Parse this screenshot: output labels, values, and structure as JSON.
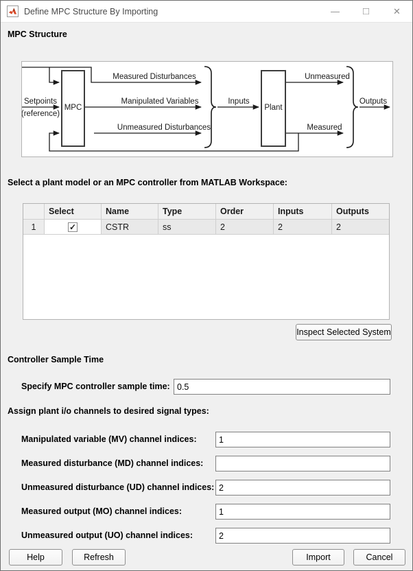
{
  "window": {
    "title": "Define MPC Structure By Importing"
  },
  "icons": {
    "minimize": "—",
    "maximize": "□",
    "close": "✕",
    "check": "✓"
  },
  "headings": {
    "structure": "MPC Structure",
    "select_prompt": "Select a plant model or an MPC controller from MATLAB Workspace:",
    "sample_time": "Controller Sample Time",
    "assign": "Assign plant i/o channels to desired signal types:"
  },
  "diagram": {
    "mpc_label": "MPC",
    "plant_label": "Plant",
    "setpoints_line1": "Setpoints",
    "setpoints_line2": "(reference)",
    "measured_disturbances": "Measured Disturbances",
    "manipulated_variables": "Manipulated Variables",
    "unmeasured_disturbances": "Unmeasured Disturbances",
    "inputs_label": "Inputs",
    "unmeasured_label": "Unmeasured",
    "measured_label": "Measured",
    "outputs_label": "Outputs"
  },
  "table": {
    "headers": [
      "",
      "Select",
      "Name",
      "Type",
      "Order",
      "Inputs",
      "Outputs"
    ],
    "rows": [
      {
        "index": "1",
        "selected": true,
        "name": "CSTR",
        "type": "ss",
        "order": "2",
        "inputs": "2",
        "outputs": "2"
      }
    ]
  },
  "sample_time": {
    "label": "Specify MPC controller sample time:",
    "value": "0.5"
  },
  "channels": {
    "rows": [
      {
        "label": "Manipulated variable (MV) channel indices:",
        "value": "1"
      },
      {
        "label": "Measured disturbance (MD) channel indices:",
        "value": ""
      },
      {
        "label": "Unmeasured disturbance (UD) channel indices:",
        "value": "2"
      },
      {
        "label": "Measured output (MO) channel indices:",
        "value": "1"
      },
      {
        "label": "Unmeasured output (UO) channel indices:",
        "value": "2"
      }
    ]
  },
  "buttons": {
    "inspect": "Inspect Selected System",
    "help": "Help",
    "refresh": "Refresh",
    "import": "Import",
    "cancel": "Cancel"
  },
  "colors": {
    "window_bg": "#f0f0f0",
    "matlab_orange": "#d84b2a",
    "line": "#1a1a1a"
  }
}
